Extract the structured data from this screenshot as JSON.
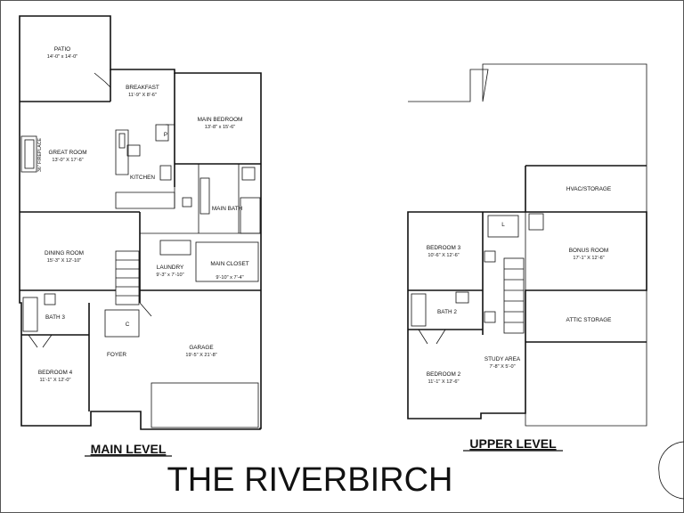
{
  "levels": {
    "main": "MAIN LEVEL",
    "upper": "UPPER LEVEL"
  },
  "title": "THE RIVERBIRCH",
  "main_rooms": {
    "patio": {
      "name": "PATIO",
      "dim": "14'-0\" x 14'-0\""
    },
    "breakfast": {
      "name": "BREAKFAST",
      "dim": "11'-9\" X 8'-6\""
    },
    "main_bedroom": {
      "name": "MAIN BEDROOM",
      "dim": "13'-8\" x 15'-6\""
    },
    "great_room": {
      "name": "GREAT ROOM",
      "dim": "13'-0\" X 17'-6\""
    },
    "fireplace": {
      "name": "36\" FIREPLACE"
    },
    "kitchen": {
      "name": "KITCHEN"
    },
    "pantry": {
      "name": "P"
    },
    "main_bath": {
      "name": "MAIN BATH"
    },
    "dining_room": {
      "name": "DINING ROOM",
      "dim": "15'-3\" X 12'-10\""
    },
    "laundry": {
      "name": "LAUNDRY",
      "dim": "9'-3\" x 7'-10\""
    },
    "main_closet": {
      "name": "MAIN CLOSET",
      "dim": "9'-10\" x 7'-4\""
    },
    "bath3": {
      "name": "BATH 3"
    },
    "coat_closet": {
      "name": "C"
    },
    "garage": {
      "name": "GARAGE",
      "dim": "19'-5\" X 21'-8\""
    },
    "bedroom4": {
      "name": "BEDROOM 4",
      "dim": "11'-1\" X 12'-0\""
    },
    "foyer": {
      "name": "FOYER"
    }
  },
  "upper_rooms": {
    "hvac": {
      "name": "HVAC/STORAGE"
    },
    "bedroom3": {
      "name": "BEDROOM 3",
      "dim": "10'-6\" X 12'-6\""
    },
    "linen": {
      "name": "L"
    },
    "bonus_room": {
      "name": "BONUS ROOM",
      "dim": "17'-1\" X 12'-6\""
    },
    "bath2": {
      "name": "BATH 2"
    },
    "attic_storage": {
      "name": "ATTIC STORAGE"
    },
    "bedroom2": {
      "name": "BEDROOM 2",
      "dim": "11'-1\" X 12'-6\""
    },
    "study_area": {
      "name": "STUDY AREA",
      "dim": "7'-8\" X 5'-0\""
    }
  }
}
